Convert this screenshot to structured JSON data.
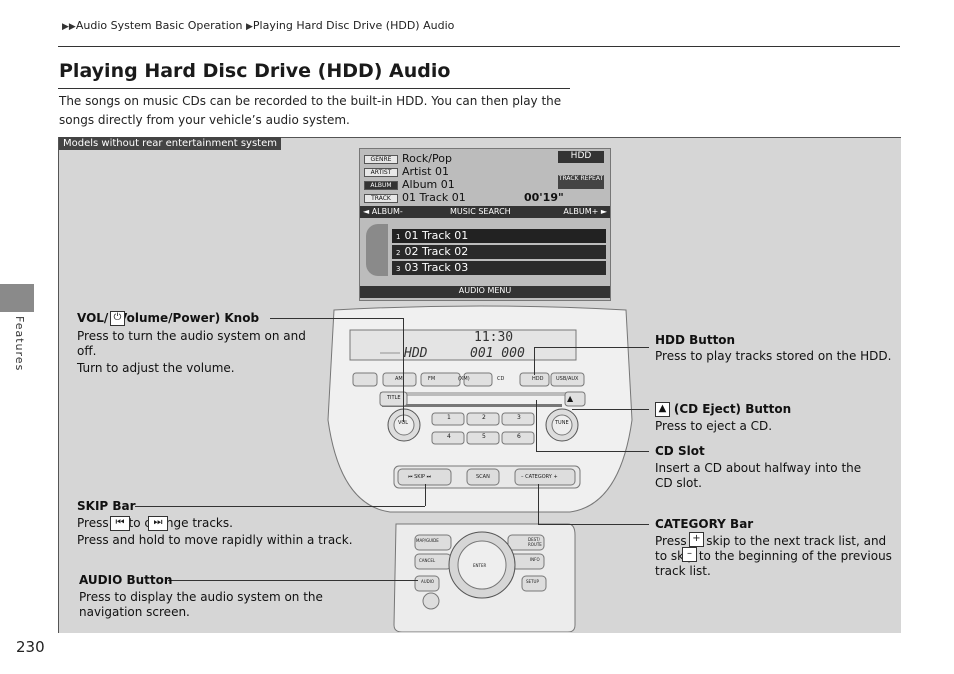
{
  "breadcrumb": {
    "part1": "Audio System Basic Operation",
    "part2": "Playing Hard Disc Drive (HDD) Audio"
  },
  "title": "Playing Hard Disc Drive (HDD) Audio",
  "intro": "The songs on music CDs can be recorded to the built-in HDD. You can then play the songs directly from your vehicle’s audio system.",
  "model_note": "Models without rear entertainment system",
  "side_label": "Features",
  "page_number": "230",
  "screen": {
    "genre_tag": "GENRE",
    "genre": "Rock/Pop",
    "artist_tag": "ARTIST",
    "artist": "Artist 01",
    "album_tag": "ALBUM",
    "album": "Album 01",
    "track_tag": "TRACK",
    "track": "01 Track 01",
    "time": "00'19\"",
    "source": "HDD",
    "repeat": "TRACK REPEAT",
    "album_prev": "◄ ALBUM-",
    "music_search": "MUSIC SEARCH",
    "album_next": "ALBUM+ ►",
    "list": [
      {
        "num": "1",
        "name": "01 Track 01"
      },
      {
        "num": "2",
        "name": "02 Track 02"
      },
      {
        "num": "3",
        "name": "03 Track 03"
      }
    ],
    "audio_menu": "AUDIO MENU"
  },
  "unit": {
    "display_time": "11:30",
    "display_mode": "HDD",
    "display_track": "001 000",
    "buttons_top": [
      "AM",
      "FM",
      "(XM)",
      "CD",
      "HDD",
      "USB/AUX"
    ],
    "title_btn": "TITLE",
    "vol": "VOL",
    "tune": "TUNE",
    "presets": [
      "1",
      "2",
      "3",
      "4",
      "5",
      "6"
    ],
    "skip": "SKIP",
    "scan": "SCAN",
    "category": "CATEGORY",
    "nav_buttons": {
      "map": "MAP/GUIDE",
      "dest": "DEST/ ROUTE",
      "cancel": "CANCEL",
      "info": "INFO",
      "audio": "AUDIO",
      "setup": "SETUP",
      "enter": "ENTER"
    }
  },
  "callouts": {
    "vol_title": "VOL/  (Volume/Power) Knob",
    "vol_desc1": "Press to turn the audio system on and off.",
    "vol_desc2": "Turn to adjust the volume.",
    "hdd_title": "HDD Button",
    "hdd_desc": "Press to play tracks stored on the HDD.",
    "eject_title": "(CD Eject) Button",
    "eject_desc": "Press to eject a CD.",
    "cdslot_title": "CD Slot",
    "cdslot_desc": "Insert a CD about halfway into the CD slot.",
    "skip_title": "SKIP Bar",
    "skip_desc1": "Press  or  to change tracks.",
    "skip_desc2": "Press and hold to move rapidly within a track.",
    "category_title": "CATEGORY Bar",
    "category_desc": "Press  to skip to the next track list, and  to skip to the beginning of the previous track list.",
    "audio_title": "AUDIO Button",
    "audio_desc": "Press to display the audio system on the navigation screen."
  }
}
